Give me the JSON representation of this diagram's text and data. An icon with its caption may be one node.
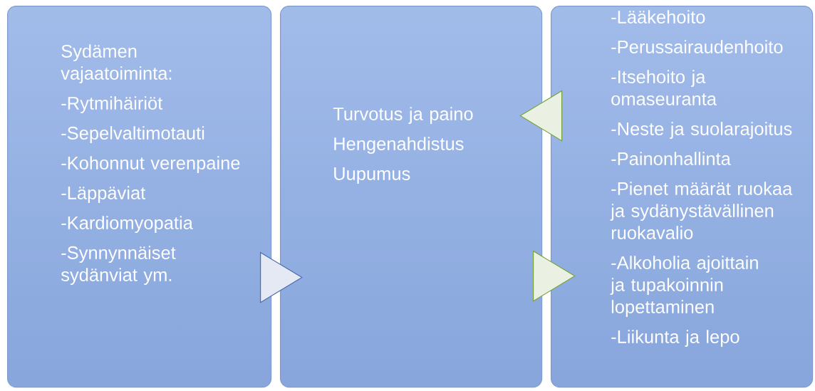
{
  "diagram": {
    "nodes": [
      {
        "text": [
          "Sydämen vajaatoiminta:",
          "-Rytmihäiriöt",
          "-Sepelvaltimotauti",
          "-Kohonnut verenpaine",
          "-Läppäviat",
          "-Kardiomyopatia",
          "-Synnynnäiset sydänviat ym."
        ]
      },
      {
        "text": [
          "Turvotus ja paino",
          "Hengenahdistus",
          "Uupumus"
        ]
      },
      {
        "text": [
          "-Lääkehoito",
          "-Perussairaudenhoito",
          "-Itsehoito ja omaseuranta",
          "-Neste ja suolarajoitus",
          "-Painonhallinta",
          "-Pienet määrät ruokaa ja sydänystävällinen ruokavalio",
          "-Alkoholia ajoittain ja tupakoinnin lopettaminen",
          "-Liikunta ja lepo"
        ]
      }
    ],
    "edges": [
      {
        "from": 0,
        "to": 1,
        "arrow": "to",
        "color": "#4a6db0"
      },
      {
        "from": 2,
        "to": 1,
        "arrow": "to"
      },
      {
        "from": 1,
        "to": 2,
        "arrow": "to"
      }
    ]
  }
}
